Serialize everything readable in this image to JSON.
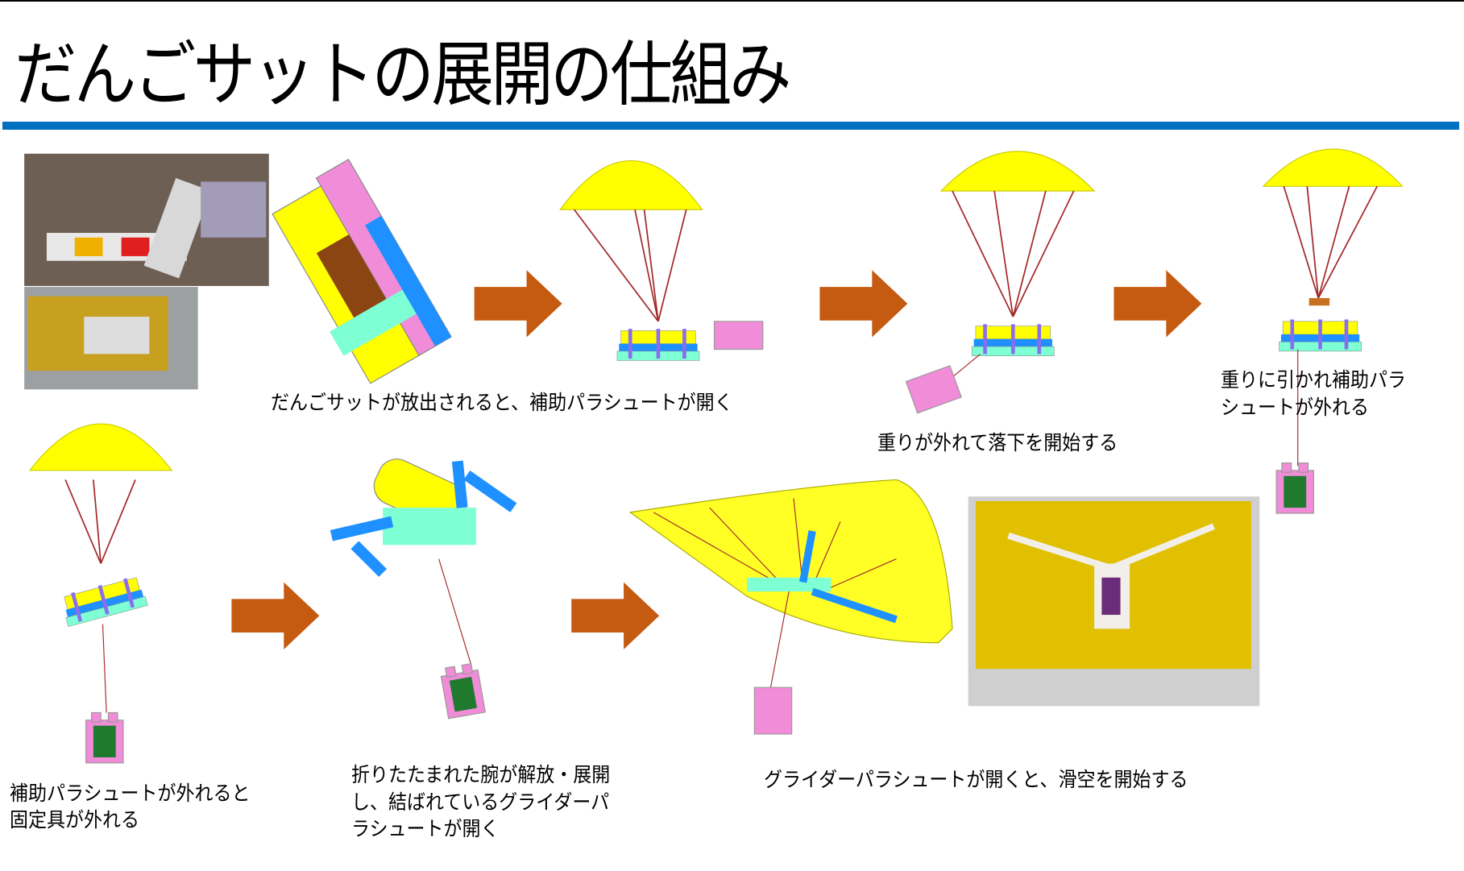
{
  "title": "だんごサットの展開の仕組み",
  "colors": {
    "accent_bar": "#0070c0",
    "arrow": "#c55a11",
    "parachute": "#ffff00"
  },
  "captions": {
    "step1": "だんごサットが放出されると、補助パラシュートが開く",
    "step2": "重りが外れて落下を開始する",
    "step3_line1": "重りに引かれ補助パラ",
    "step3_line2": "シュートが外れる",
    "step4_line1": "補助パラシュートが外れると",
    "step4_line2": "固定具が外れる",
    "step5_line1": "折りたたまれた腕が解放・展開",
    "step5_line2": "し、結ばれているグライダーパ",
    "step5_line3": "ラシュートが開く",
    "step6": "グライダーパラシュートが開くと、滑空を開始する"
  }
}
